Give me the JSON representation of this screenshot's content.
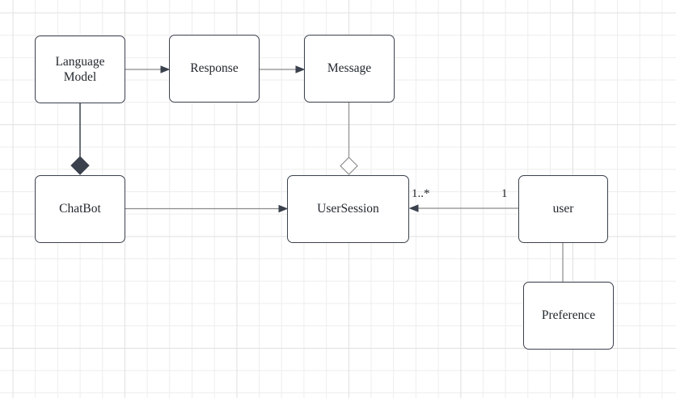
{
  "nodes": {
    "language_model": {
      "label": "Language Model"
    },
    "response": {
      "label": "Response"
    },
    "message": {
      "label": "Message"
    },
    "chatbot": {
      "label": "ChatBot"
    },
    "user_session": {
      "label": "UserSession"
    },
    "user": {
      "label": "user"
    },
    "preference": {
      "label": "Preference"
    }
  },
  "edge_labels": {
    "user_session_multiplicity": "1..*",
    "user_multiplicity": "1"
  },
  "colors": {
    "node_border": "#3b424d",
    "node_fill": "#ffffff",
    "edge_dark": "#3b424d",
    "edge_gray": "#8a8a8a",
    "aggregation_outline": "#8f8f8f",
    "grid_minor": "#ededed",
    "grid_major": "#e2e2e2",
    "text": "#23282e",
    "canvas_background": "#ffffff"
  }
}
